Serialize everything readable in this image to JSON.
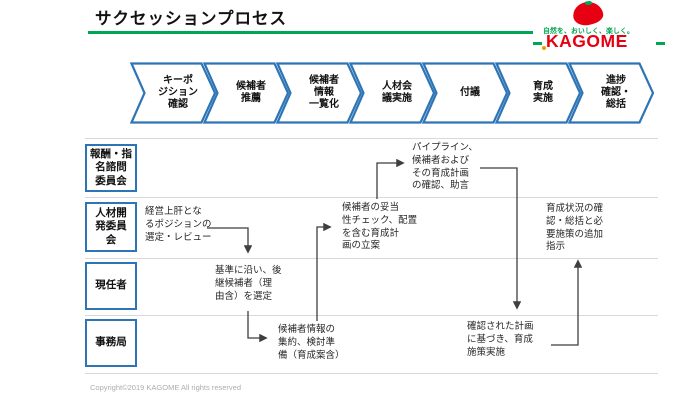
{
  "header": {
    "title": "サクセッションプロセス",
    "logo": {
      "tagline": "自然を、おいしく、楽しく。",
      "brand": "KAGOME"
    }
  },
  "process_steps": [
    {
      "label": "キーポ\nジション\n確認"
    },
    {
      "label": "候補者\n推薦"
    },
    {
      "label": "候補者\n情報\n一覧化"
    },
    {
      "label": "人材会\n議実施"
    },
    {
      "label": "付議"
    },
    {
      "label": "育成\n実施"
    },
    {
      "label": "進捗\n確認・\n総括"
    }
  ],
  "lanes": [
    {
      "label": "報酬・指\n名諮問\n委員会"
    },
    {
      "label": "人材開\n発委員\n会"
    },
    {
      "label": "現任者"
    },
    {
      "label": "事務局"
    }
  ],
  "activities": [
    {
      "id": "select-positions",
      "lane": "人材開発委員会",
      "text": "経営上肝とな\nるポジションの\n選定・レビュー"
    },
    {
      "id": "select-successors",
      "lane": "現任者",
      "text": "基準に沿い、後\n継候補者（理\n由含）を選定"
    },
    {
      "id": "aggregate-candidate-info",
      "lane": "事務局",
      "text": "候補者情報の\n集約、検討準\n備（育成案含）"
    },
    {
      "id": "validity-check-plan",
      "lane": "人材開発委員会",
      "text": "候補者の妥当\n性チェック、配置\nを含む育成計\n画の立案"
    },
    {
      "id": "pipeline-confirm-advise",
      "lane": "報酬・指名諮問委員会",
      "text": "パイプライン、\n候補者および\nその育成計画\nの確認、助言"
    },
    {
      "id": "execute-development",
      "lane": "事務局",
      "text": "確認された計画\nに基づき、育成\n施策実施"
    },
    {
      "id": "status-review-instruct",
      "lane": "人材開発委員会",
      "text": "育成状況の確\n認・総括と必\n要施策の追加\n指示"
    }
  ],
  "footer": {
    "copyright": "Copyright©2019 KAGOME All rights reserved"
  },
  "colors": {
    "accent_blue": "#2E75B6",
    "brand_green": "#00A651",
    "brand_red": "#E60012",
    "arrow_gray": "#3f3f3f",
    "lane_line_gray": "#d9d9d9"
  }
}
